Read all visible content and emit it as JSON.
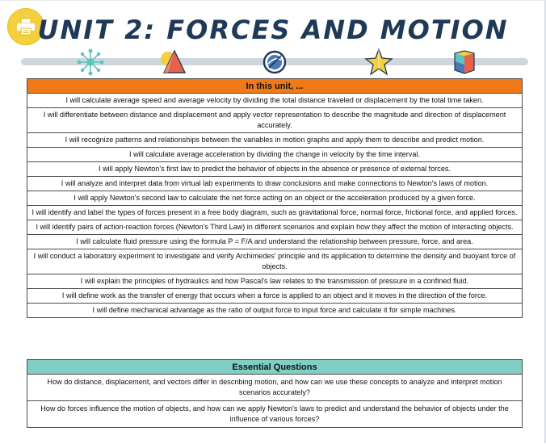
{
  "header": {
    "title": "UNIT 2: FORCES AND MOTION",
    "icons": [
      "molecule-icon",
      "shapes-icon",
      "globe-icon",
      "star-icon",
      "cube-icon"
    ]
  },
  "colors": {
    "title": "#1f3a56",
    "unit_header_bg": "#f07a1a",
    "questions_header_bg": "#7fcfc4",
    "print_button": "#f4d03f"
  },
  "unit": {
    "header": "In this unit, ...",
    "items": [
      "I will calculate average speed and average velocity by dividing the total distance traveled or displacement by the total time taken.",
      "I will differentiate between distance and displacement and apply vector representation to describe the magnitude and direction of displacement accurately.",
      "I will recognize patterns and relationships between the variables in motion graphs and apply them to describe and predict motion.",
      "I will calculate average acceleration by dividing the change in velocity by the time interval.",
      "I will apply Newton's first law to predict the behavior of objects in the absence or presence of external forces.",
      "I will analyze and interpret data from virtual lab experiments to draw conclusions and make connections to Newton's laws of motion.",
      "I will apply Newton's second law to calculate the net force acting on an object or the acceleration produced by a given force.",
      "I will identify and label the types of forces present in a free body diagram, such as gravitational force, normal force, frictional force, and applied forces.",
      "I will identify pairs of action-reaction forces (Newton's Third Law) in different scenarios and explain how they affect the motion of interacting objects.",
      "I will calculate fluid pressure using the formula P = F/A and understand the relationship between pressure, force, and area.",
      "I will conduct a laboratory experiment to investigate and verify Archimedes' principle and its application to determine the density and buoyant force of objects.",
      "I will explain the principles of hydraulics and how Pascal's law relates to the transmission of pressure in a confined fluid.",
      "I will define work as the transfer of energy that occurs when a force is applied to an object and it moves in the direction of the force.",
      "I will define mechanical advantage as the ratio of output force to input force and calculate it for simple machines."
    ]
  },
  "questions": {
    "header": "Essential Questions",
    "items": [
      "How do distance, displacement, and vectors differ in describing motion, and how can we use these concepts to analyze and interpret motion scenarios accurately?",
      "How do forces influence the motion of objects, and how can we apply Newton's laws to predict and understand the behavior of objects under the influence of various forces?"
    ]
  }
}
